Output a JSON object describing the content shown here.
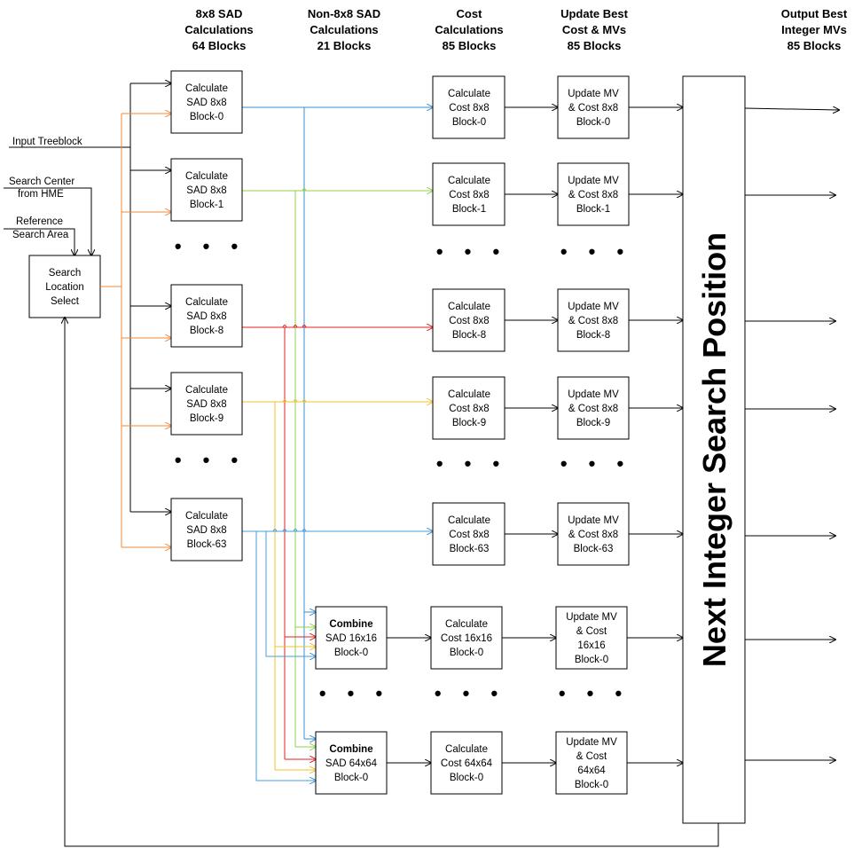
{
  "headers": [
    [
      "8x8 SAD",
      "Calculations",
      "64 Blocks"
    ],
    [
      "Non-8x8 SAD",
      "Calculations",
      "21 Blocks"
    ],
    [
      "Cost",
      "Calculations",
      "85 Blocks"
    ],
    [
      "Update Best",
      "Cost & MVs",
      "85 Blocks"
    ],
    [
      "Output Best",
      "Integer MVs",
      "85 Blocks"
    ]
  ],
  "inputs": {
    "treeblock": "Input Treeblock",
    "search_center": [
      "Search Center",
      "from HME"
    ],
    "reference": [
      "Reference",
      "Search Area"
    ]
  },
  "search_location_box": [
    "Search",
    "Location",
    "Select"
  ],
  "sad_blocks": [
    [
      "Calculate",
      "SAD 8x8",
      "Block-0"
    ],
    [
      "Calculate",
      "SAD 8x8",
      "Block-1"
    ],
    [
      "Calculate",
      "SAD 8x8",
      "Block-8"
    ],
    [
      "Calculate",
      "SAD 8x8",
      "Block-9"
    ],
    [
      "Calculate",
      "SAD 8x8",
      "Block-63"
    ]
  ],
  "cost_blocks": [
    [
      "Calculate",
      "Cost 8x8",
      "Block-0"
    ],
    [
      "Calculate",
      "Cost 8x8",
      "Block-1"
    ],
    [
      "Calculate",
      "Cost 8x8",
      "Block-8"
    ],
    [
      "Calculate",
      "Cost 8x8",
      "Block-9"
    ],
    [
      "Calculate",
      "Cost 8x8",
      "Block-63"
    ]
  ],
  "update_blocks": [
    [
      "Update MV",
      "& Cost 8x8",
      "Block-0"
    ],
    [
      "Update MV",
      "& Cost 8x8",
      "Block-1"
    ],
    [
      "Update MV",
      "& Cost 8x8",
      "Block-8"
    ],
    [
      "Update MV",
      "& Cost 8x8",
      "Block-9"
    ],
    [
      "Update MV",
      "& Cost 8x8",
      "Block-63"
    ]
  ],
  "combine_blocks": [
    [
      "Combine",
      "SAD 16x16",
      "Block-0"
    ],
    [
      "Combine",
      "SAD 64x64",
      "Block-0"
    ]
  ],
  "combine_cost_blocks": [
    [
      "Calculate",
      "Cost 16x16",
      "Block-0"
    ],
    [
      "Calculate",
      "Cost 64x64",
      "Block-0"
    ]
  ],
  "combine_update_blocks": [
    [
      "Update MV",
      "& Cost",
      "16x16",
      "Block-0"
    ],
    [
      "Update MV",
      "& Cost",
      "64x64",
      "Block-0"
    ]
  ],
  "next_position_label": "Next Integer Search Position",
  "ellipsis": "• • •",
  "colors": {
    "line": "#000000",
    "orange": "#f0883a",
    "block0": "#3a8fd0",
    "block1": "#8fd14f",
    "block8": "#e02020",
    "block9": "#f2c12e",
    "block63": "#4a9fd8"
  }
}
